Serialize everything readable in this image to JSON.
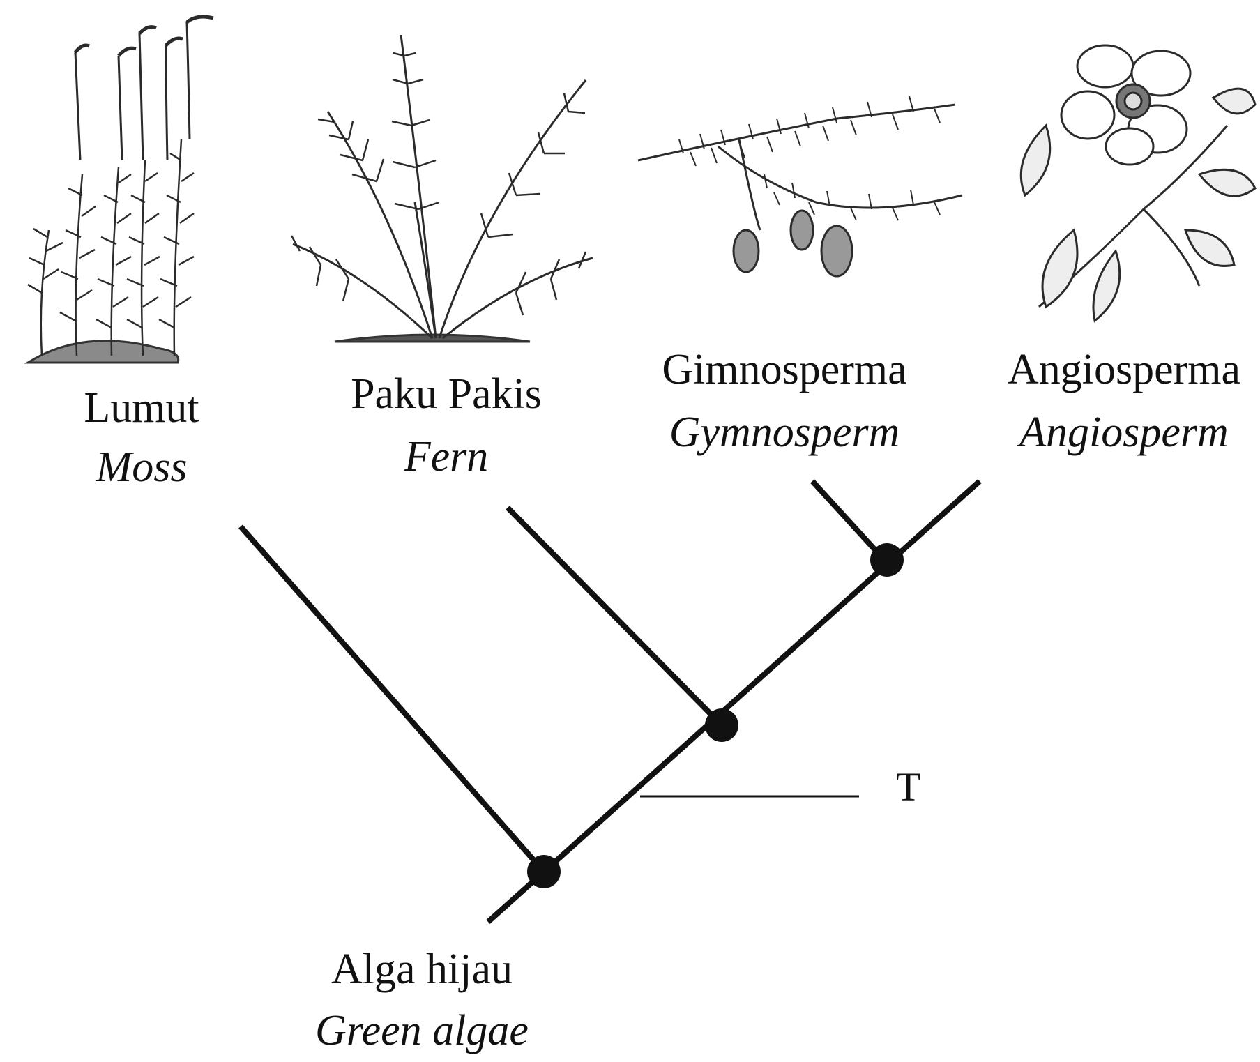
{
  "diagram": {
    "type": "cladogram",
    "colors": {
      "ink": "#111111",
      "illustration": "#2b2b2b",
      "background": "#ffffff"
    },
    "taxa": [
      {
        "id": "moss",
        "name": "Lumut",
        "english": "Moss",
        "icon": "moss-illustration"
      },
      {
        "id": "fern",
        "name": "Paku Pakis",
        "english": "Fern",
        "icon": "fern-illustration"
      },
      {
        "id": "gymnosperm",
        "name": "Gimnosperma",
        "english": "Gymnosperm",
        "icon": "conifer-branch-illustration"
      },
      {
        "id": "angiosperm",
        "name": "Angiosperma",
        "english": "Angiosperm",
        "icon": "flowering-plant-illustration"
      }
    ],
    "root": {
      "name": "Alga hijau",
      "english": "Green algae"
    },
    "marker": {
      "label": "T"
    }
  }
}
